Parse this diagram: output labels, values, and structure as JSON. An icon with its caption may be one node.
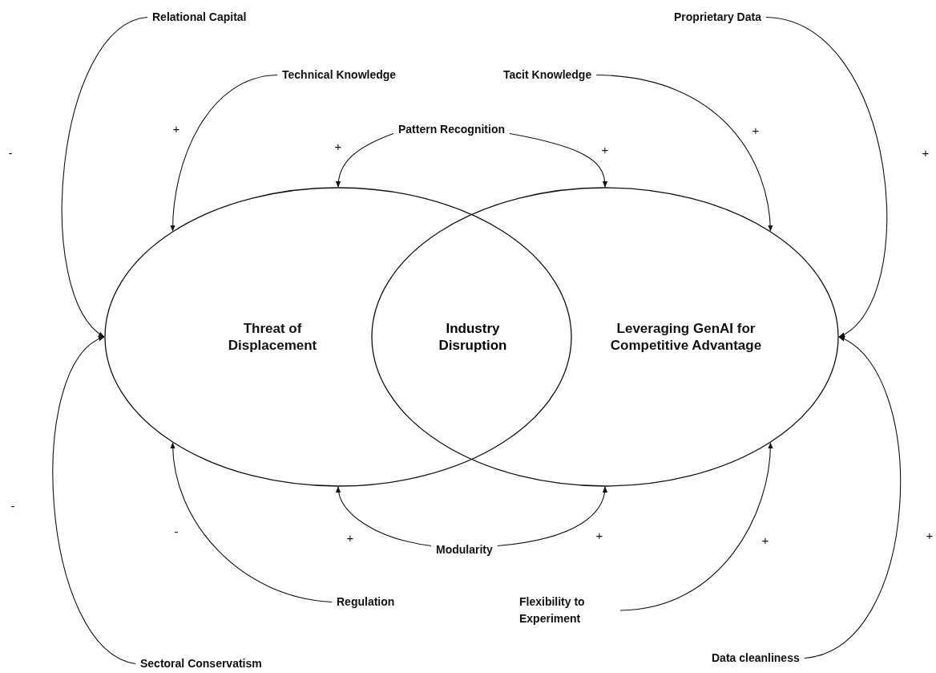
{
  "diagram": {
    "nodes": [
      {
        "text": [
          "Threat of Displacement"
        ]
      },
      {
        "text": [
          "Leveraging GenAI for Competitive Advantage"
        ]
      },
      {
        "text": [
          "Relational Capital"
        ]
      },
      {
        "text": [
          "Technical Knowledge"
        ]
      },
      {
        "text": [
          "Pattern Recognition"
        ]
      },
      {
        "text": [
          "Proprietary Data"
        ]
      },
      {
        "text": [
          "Tacit Knowledge"
        ]
      },
      {
        "text": [
          "Sectoral Conservatism"
        ]
      },
      {
        "text": [
          "Regulation"
        ]
      },
      {
        "text": [
          "Modularity"
        ]
      },
      {
        "text": [
          "Flexibility to Experiment"
        ]
      },
      {
        "text": [
          "Data cleanliness"
        ]
      }
    ],
    "edges": [
      {
        "from": 2,
        "to": 0,
        "arrow": "to",
        "label": "-"
      },
      {
        "from": 3,
        "to": 0,
        "arrow": "to",
        "label": "+"
      },
      {
        "from": 4,
        "to": 0,
        "arrow": "to",
        "label": "+"
      },
      {
        "from": 4,
        "to": 1,
        "arrow": "to",
        "label": "+"
      },
      {
        "from": 5,
        "to": 1,
        "arrow": "to",
        "label": "+"
      },
      {
        "from": 6,
        "to": 1,
        "arrow": "to",
        "label": "+"
      },
      {
        "from": 7,
        "to": 0,
        "arrow": "to",
        "label": "-"
      },
      {
        "from": 8,
        "to": 0,
        "arrow": "to",
        "label": "-"
      },
      {
        "from": 9,
        "to": 0,
        "arrow": "to",
        "label": "+"
      },
      {
        "from": 9,
        "to": 1,
        "arrow": "to",
        "label": "+"
      },
      {
        "from": 10,
        "to": 1,
        "arrow": "to",
        "label": "+"
      },
      {
        "from": 11,
        "to": 1,
        "arrow": "to",
        "label": "+"
      }
    ],
    "labels": [
      "Industry Disruption"
    ]
  }
}
